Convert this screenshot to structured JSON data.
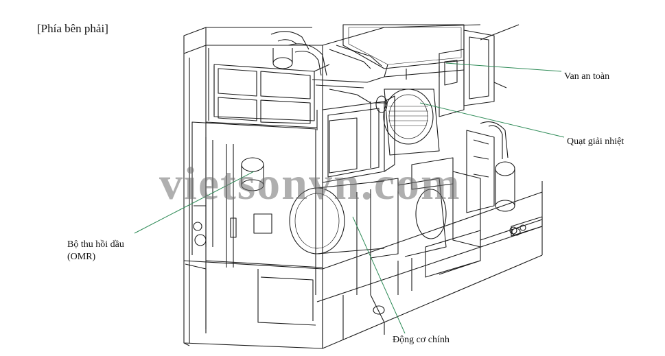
{
  "heading": "[Phía bên phải]",
  "labels": {
    "safety_valve": "Van an toàn",
    "cooling_fan": "Quạt giải nhiệt",
    "oil_recovery_line1": "Bộ thu hồi dầu",
    "oil_recovery_line2": "(OMR)",
    "main_motor": "Động cơ chính"
  },
  "watermark": "vietsonvn.com",
  "colors": {
    "leader_line": "#2e8b57",
    "drawing_line": "#1a1a1a"
  }
}
